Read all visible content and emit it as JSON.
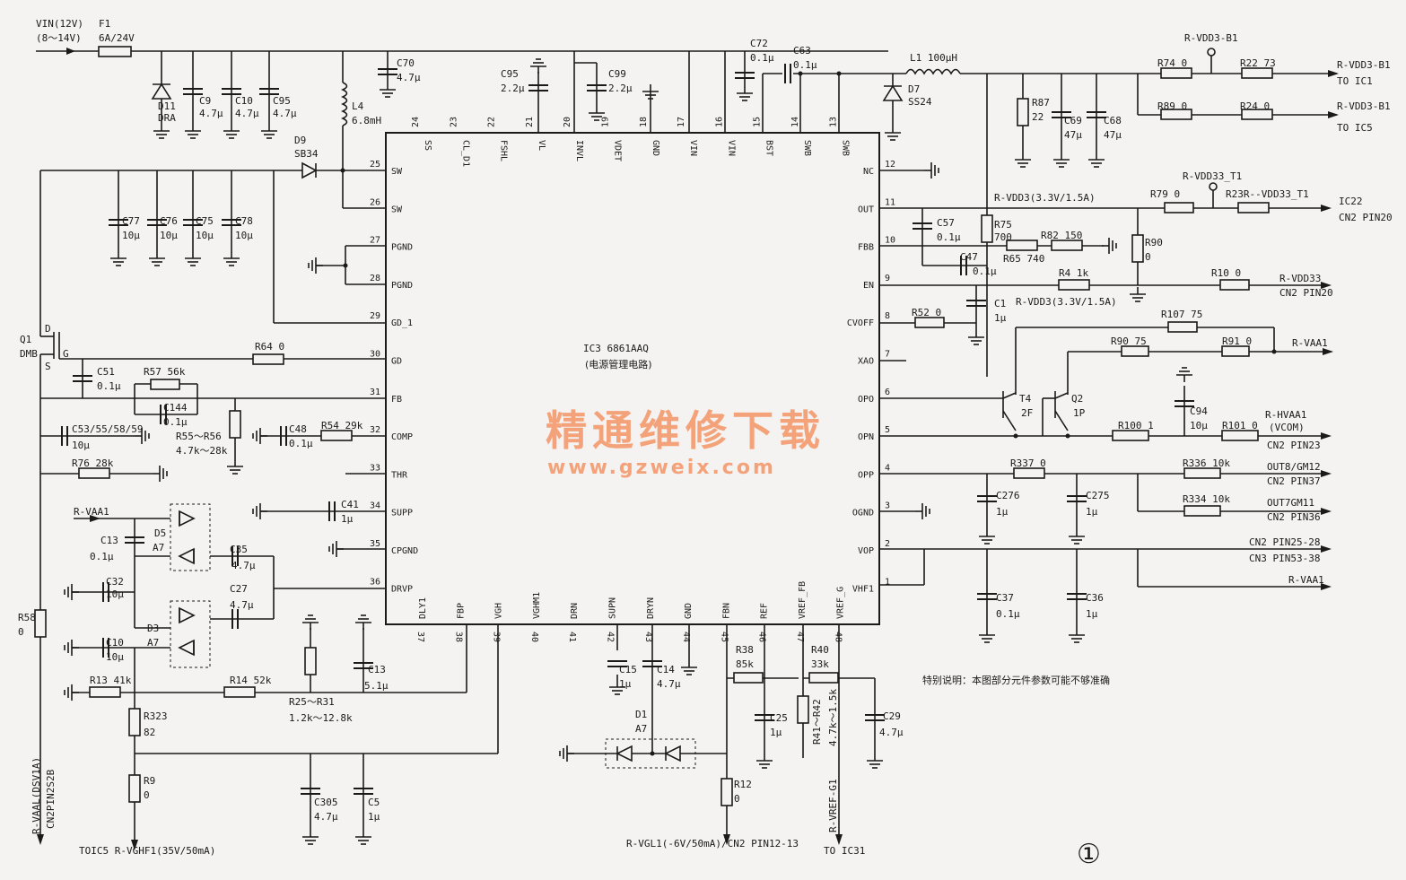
{
  "chip": {
    "name": "IC3 6861AAQ",
    "desc": "(电源管理电路)",
    "top_pins": [
      {
        "num": "24",
        "name": "SS"
      },
      {
        "num": "23",
        "name": "CL_D1"
      },
      {
        "num": "22",
        "name": "FSHL"
      },
      {
        "num": "21",
        "name": "VL"
      },
      {
        "num": "20",
        "name": "INVL"
      },
      {
        "num": "19",
        "name": "VDET"
      },
      {
        "num": "18",
        "name": "GND"
      },
      {
        "num": "17",
        "name": "VIN"
      },
      {
        "num": "16",
        "name": "VIN"
      },
      {
        "num": "15",
        "name": "BST"
      },
      {
        "num": "14",
        "name": "SWB"
      },
      {
        "num": "13",
        "name": "SWB"
      }
    ],
    "left_pins": [
      {
        "num": "25",
        "name": "SW"
      },
      {
        "num": "26",
        "name": "SW"
      },
      {
        "num": "27",
        "name": "PGND"
      },
      {
        "num": "28",
        "name": "PGND"
      },
      {
        "num": "29",
        "name": "GD_1"
      },
      {
        "num": "30",
        "name": "GD"
      },
      {
        "num": "31",
        "name": "FB"
      },
      {
        "num": "32",
        "name": "COMP"
      },
      {
        "num": "33",
        "name": "THR"
      },
      {
        "num": "34",
        "name": "SUPP"
      },
      {
        "num": "35",
        "name": "CPGND"
      },
      {
        "num": "36",
        "name": "DRVP"
      }
    ],
    "right_pins": [
      {
        "num": "12",
        "name": "NC"
      },
      {
        "num": "11",
        "name": "OUT"
      },
      {
        "num": "10",
        "name": "FBB"
      },
      {
        "num": "9",
        "name": "EN"
      },
      {
        "num": "8",
        "name": "CVOFF"
      },
      {
        "num": "7",
        "name": "XAO"
      },
      {
        "num": "6",
        "name": "OPO"
      },
      {
        "num": "5",
        "name": "OPN"
      },
      {
        "num": "4",
        "name": "OPP"
      },
      {
        "num": "3",
        "name": "OGND"
      },
      {
        "num": "2",
        "name": "VOP"
      },
      {
        "num": "1",
        "name": "VHF1"
      }
    ],
    "bottom_pins": [
      {
        "num": "37",
        "name": "DLY1"
      },
      {
        "num": "38",
        "name": "FBP"
      },
      {
        "num": "39",
        "name": "VGH"
      },
      {
        "num": "40",
        "name": "VGHM1"
      },
      {
        "num": "41",
        "name": "DRN"
      },
      {
        "num": "42",
        "name": "SUPN"
      },
      {
        "num": "43",
        "name": "DRYN"
      },
      {
        "num": "44",
        "name": "GND"
      },
      {
        "num": "45",
        "name": "FBN"
      },
      {
        "num": "46",
        "name": "REF"
      },
      {
        "num": "47",
        "name": "VREF_FB"
      },
      {
        "num": "48",
        "name": "VREF_G"
      }
    ]
  },
  "labels": {
    "vin": "VIN(12V)",
    "vin_range": "(8～14V)",
    "f1": "F1",
    "f1_val": "6A/24V",
    "d11": "D11",
    "d11_val": "DRA",
    "c9": "C9",
    "c9_val": "4.7μ",
    "c10": "C10",
    "c10_val": "4.7μ",
    "c95a": "C95",
    "c95a_val": "4.7μ",
    "c70": "C70",
    "c70_val": "4.7μ",
    "l4": "L4",
    "l4_val": "6.8mH",
    "c95b": "C95",
    "c95b_val": "2.2μ",
    "c99": "C99",
    "c99_val": "2.2μ",
    "c72": "C72",
    "c72_val": "0.1μ",
    "c63": "C63",
    "c63_val": "0.1μ",
    "l1": "L1 100μH",
    "d7": "D7",
    "d7_val": "SS24",
    "r87": "R87",
    "r87_val": "22",
    "c69": "C69",
    "c69_val": "47μ",
    "c68": "C68",
    "c68_val": "47μ",
    "rvdd3b1": "R-VDD3-B1",
    "r74": "R74 0",
    "r22": "R22 73",
    "out1": "R-VDD3-B1",
    "out1b": "TO IC1",
    "r89": "R89 0",
    "r24": "R24 0",
    "out2": "R-VDD3-B1",
    "out2b": "TO IC5",
    "d9": "D9",
    "d9_val": "SB34",
    "c77": "C77",
    "c77_val": "10μ",
    "c76": "C76",
    "c76_val": "10μ",
    "c75": "C75",
    "c75_val": "10μ",
    "c78": "C78",
    "c78_val": "10μ",
    "rvdd33t1": "R-VDD33_T1",
    "rvdd3": "R-VDD3(3.3V/1.5A)",
    "r79": "R79 0",
    "r23r": "R23R--VDD33_T1",
    "ic22": "IC22",
    "cn2p20a": "CN2 PIN20",
    "c57": "C57",
    "c57_val": "0.1μ",
    "r75": "R75",
    "r75_val": "700",
    "r82": "R82 150",
    "r90a": "R90",
    "r90a_val": "0",
    "c47": "C47",
    "c47_val": "0.1μ",
    "r65": "R65 740",
    "r4": "R4 1k",
    "r10": "R10 0",
    "rvdd33": "R-VDD33",
    "cn2p20b": "CN2 PIN20",
    "c1": "C1",
    "c1_val": "1μ",
    "rvdd3b": "R-VDD3(3.3V/1.5A)",
    "r52": "R52 0",
    "r107": "R107 75",
    "r90b": "R90 75",
    "r91": "R91 0",
    "rvaa1a": "R-VAA1",
    "q1": "Q1",
    "q1_val": "DMB",
    "q1_d": "D",
    "q1_g": "G",
    "q1_s": "S",
    "r64": "R64 0",
    "c51": "C51",
    "c51_val": "0.1μ",
    "r57": "R57 56k",
    "c144": "C144",
    "c144_val": "0.1μ",
    "r55": "R55～R56",
    "r55_val": "4.7k～28k",
    "c53": "C53/55/58/59",
    "c53_val": "10μ",
    "c48": "C48",
    "c48_val": "0.1μ",
    "r54": "R54 29k",
    "r76": "R76 28k",
    "t4": "T4",
    "t4_val": "2F",
    "q2": "Q2",
    "q2_val": "1P",
    "c94": "C94",
    "c94_val": "10μ",
    "rhvaa1": "R-HVAA1",
    "vcom": "(VCOM)",
    "r100": "R100 1",
    "r101": "R101 0",
    "cn2p23": "CN2 PIN23",
    "r337": "R337 0",
    "r336": "R336 10k",
    "out8": "OUT8/GM12",
    "cn2p37": "CN2 PIN37",
    "c276": "C276",
    "c276_val": "1μ",
    "c275": "C275",
    "c275_val": "1μ",
    "r334": "R334 10k",
    "out7": "OUT7GM11",
    "cn2p36": "CN2 PIN36",
    "cn2p2528": "CN2 PIN25-28",
    "cn3p5338": "CN3 PIN53-38",
    "rvaa1b": "R-VAA1",
    "c37": "C37",
    "c37_val": "0.1μ",
    "c36": "C36",
    "c36_val": "1μ",
    "rvaa1c": "R-VAA1",
    "d5": "D5",
    "d5_val": "A7",
    "c13a": "C13",
    "c13a_val": "0.1μ",
    "c35": "C35",
    "c35_val": "4.7μ",
    "c32": "C32",
    "c32_val": "10μ",
    "c27": "C27",
    "c27_val": "4.7μ",
    "d3": "D3",
    "d3_val": "A7",
    "c10b": "C10",
    "c10b_val": "10μ",
    "c41": "C41",
    "c41_val": "1μ",
    "r13": "R13 41k",
    "r14": "R14 52k",
    "r25": "R25～R31",
    "r25_val": "1.2k～12.8k",
    "c13b": "C13",
    "c13b_val": "5.1μ",
    "r323": "R323",
    "r323_val": "82",
    "r9": "R9",
    "r9_val": "0",
    "r58": "R58",
    "r58_val": "0",
    "rvaal": "R-VAAL(DSV1A)",
    "cn2p52": "CN2PIN2S2B",
    "c305": "C305",
    "c305_val": "4.7μ",
    "c5": "C5",
    "c5_val": "1μ",
    "toic5": "TOIC5 R-VGHF1(35V/50mA)",
    "c15": "C15",
    "c15_val": "1μ",
    "c14": "C14",
    "c14_val": "4.7μ",
    "d1": "D1",
    "d1_val": "A7",
    "r38": "R38",
    "r38_val": "85k",
    "c25": "C25",
    "c25_val": "1μ",
    "r40": "R40",
    "r40_val": "33k",
    "r41": "R41～R42",
    "r41_val": "4.7k～1.5k",
    "c29": "C29",
    "c29_val": "4.7μ",
    "r12": "R12",
    "r12_val": "0",
    "rvgl1": "R-VGL1(-6V/50mA)/CN2 PIN12-13",
    "rvrefg1": "R-VREF-G1",
    "toic31": "TO IC31",
    "note": "特别说明：本图部分元件参数可能不够准确",
    "circle": "①"
  },
  "watermark": {
    "line1": "精通维修下载",
    "line2": "www.gzweix.com"
  }
}
